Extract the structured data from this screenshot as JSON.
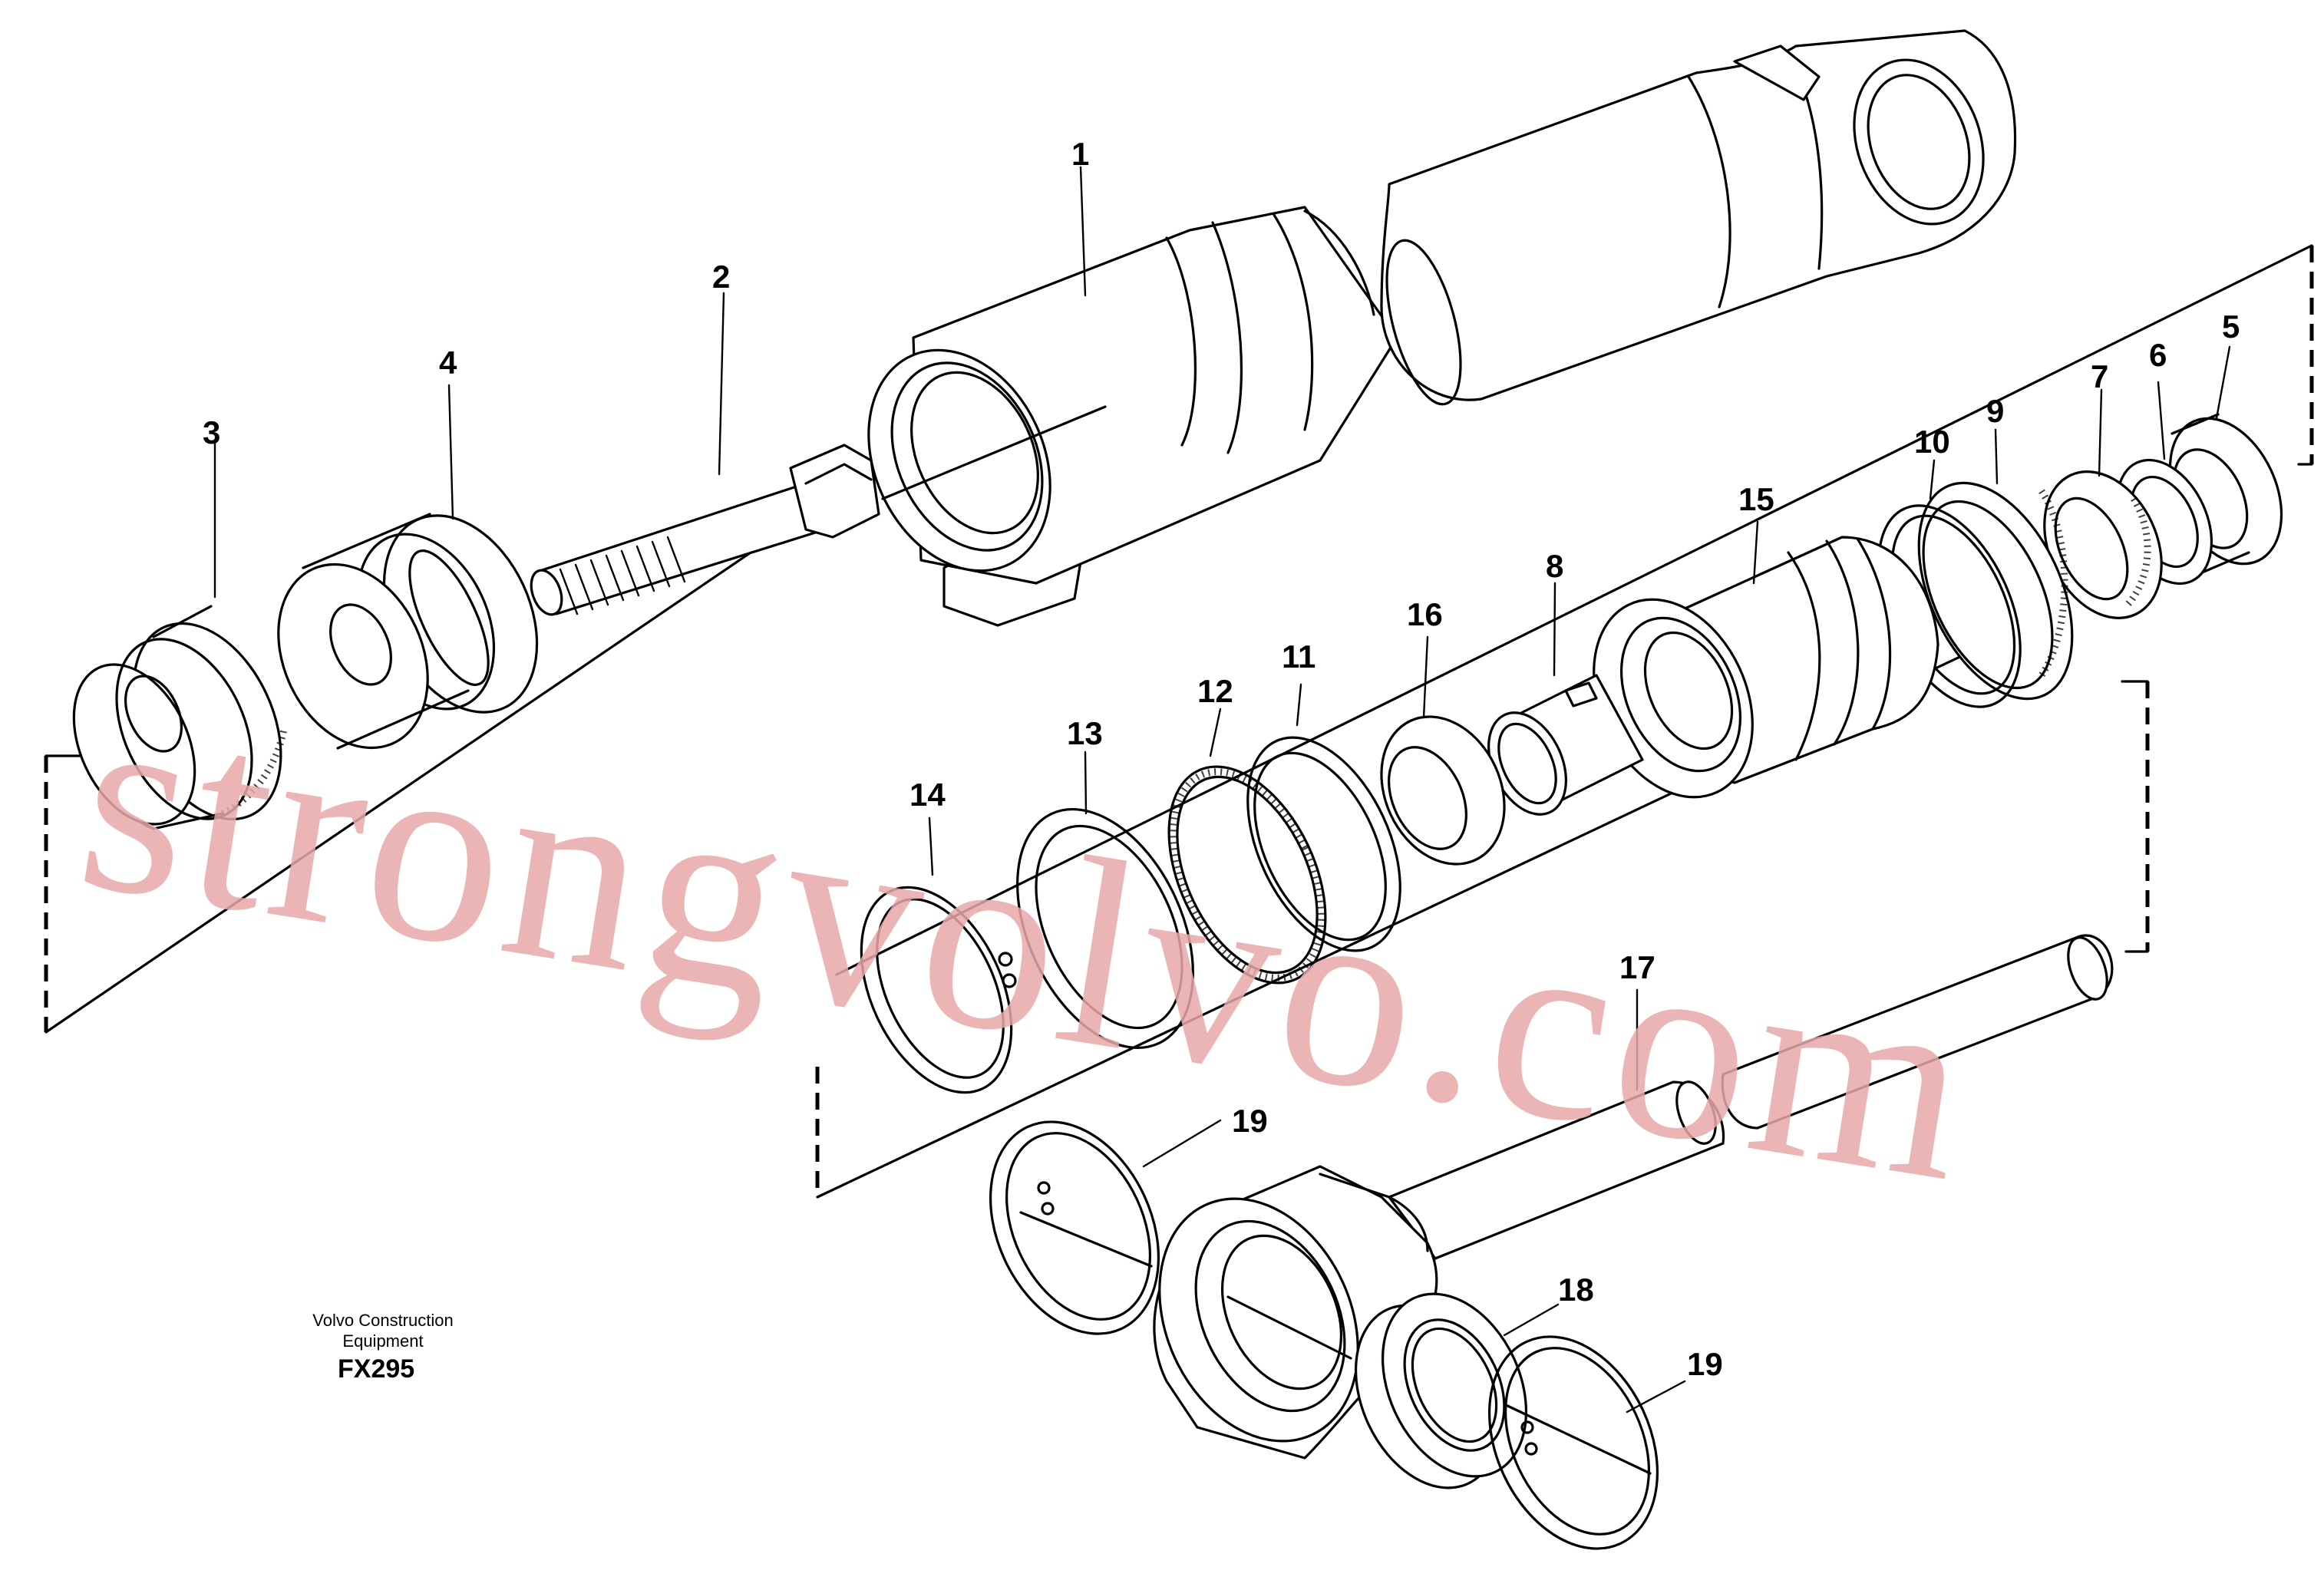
{
  "labels": {
    "p1": "1",
    "p2": "2",
    "p3": "3",
    "p4": "4",
    "p5": "5",
    "p6": "6",
    "p7": "7",
    "p8": "8",
    "p9": "9",
    "p10": "10",
    "p11": "11",
    "p12": "12",
    "p13": "13",
    "p14": "14",
    "p15": "15",
    "p16": "16",
    "p17": "17",
    "p18": "18",
    "p19a": "19",
    "p19b": "19"
  },
  "credit": {
    "line1": "Volvo Construction",
    "line2": "Equipment",
    "code": "FX295"
  },
  "watermark": "strongvolvo.com"
}
